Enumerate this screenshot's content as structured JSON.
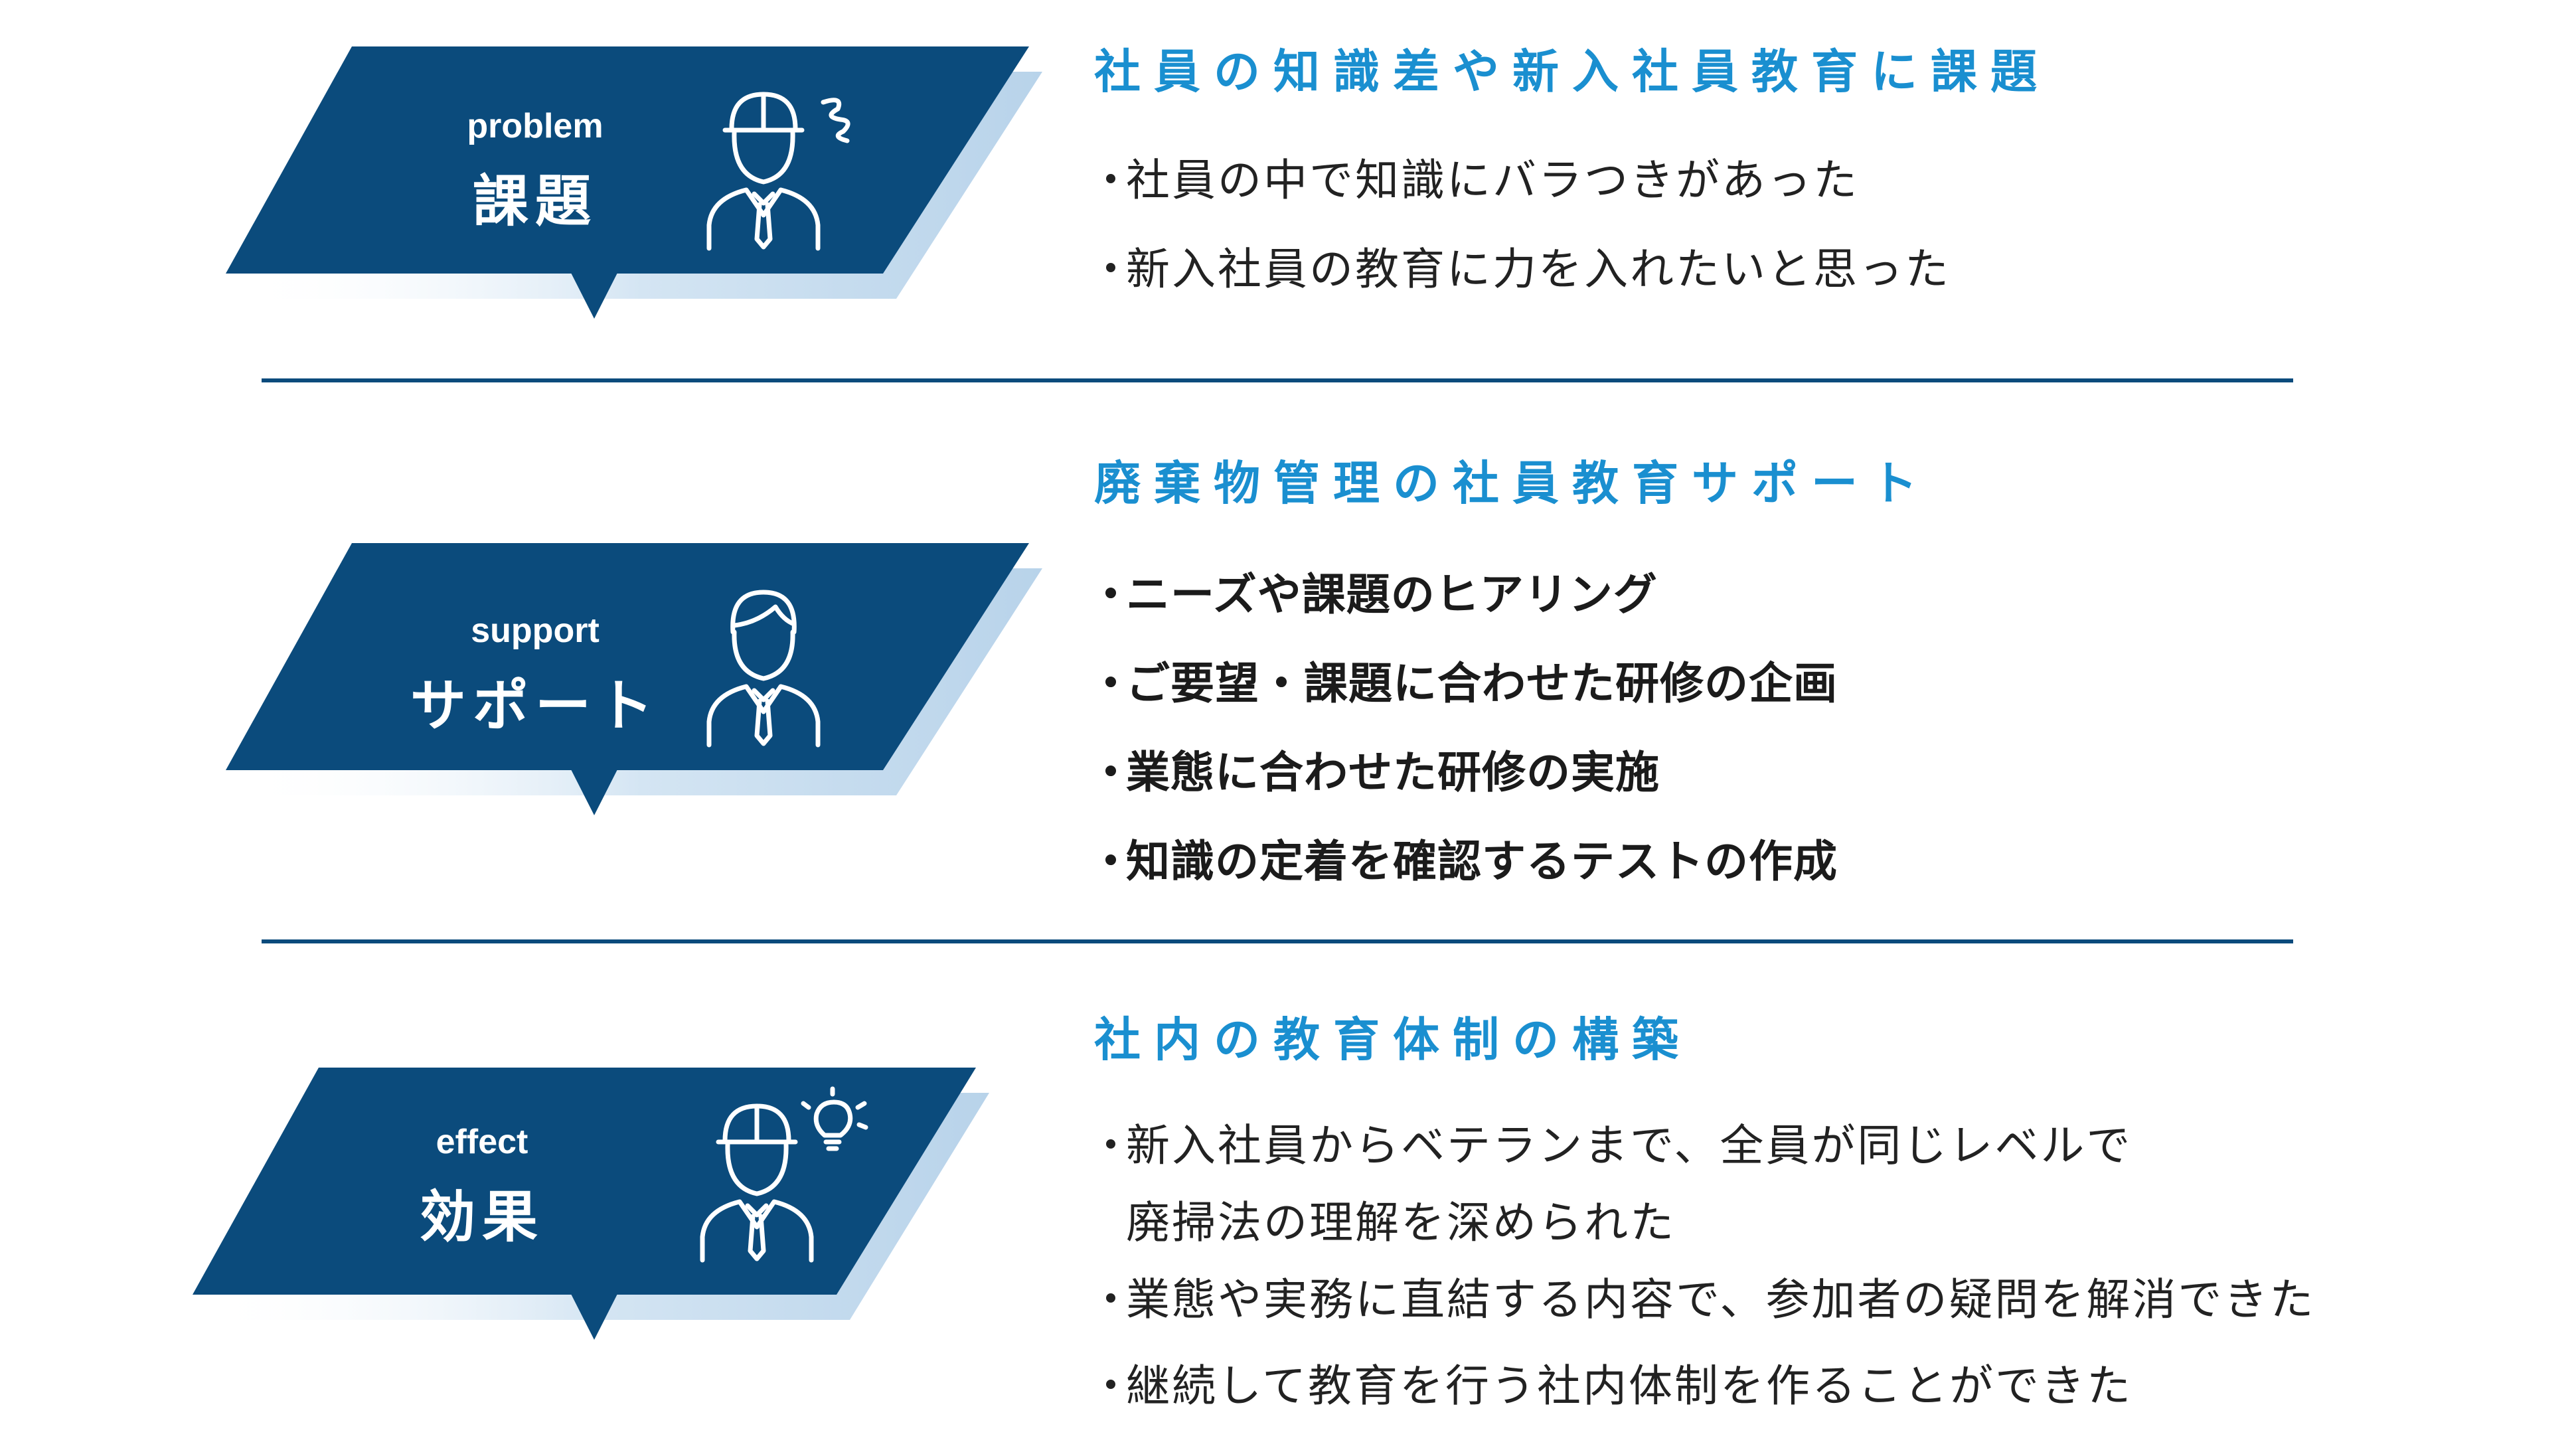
{
  "sections": [
    {
      "badge_en": "problem",
      "badge_ja": "課題",
      "heading": "社員の知識差や新入社員教育に課題",
      "bullets": [
        "社員の中で知識にバラつきがあった",
        "新入社員の教育に力を入れたいと思った"
      ],
      "person_icon": "worker-helmet-worried-icon"
    },
    {
      "badge_en": "support",
      "badge_ja": "サポート",
      "heading": "廃棄物管理の社員教育サポート",
      "bullets": [
        "ニーズや課題のヒアリング",
        "ご要望・課題に合わせた研修の企画",
        "業態に合わせた研修の実施",
        "知識の定着を確認するテストの作成"
      ],
      "person_icon": "consultant-person-icon"
    },
    {
      "badge_en": "effect",
      "badge_ja": "効果",
      "heading": "社内の教育体制の構築",
      "bullets": [
        "新入社員からベテランまで、全員が同じレベルで",
        "業態や実務に直結する内容で、参加者の疑問を解消できた",
        "継続して教育を行う社内体制を作ることができた"
      ],
      "bullet_continuation": "廃掃法の理解を深められた",
      "person_icon": "worker-helmet-idea-icon"
    }
  ],
  "colors": {
    "badge": "#0b4b7c",
    "badge_shadow": "#c9def0",
    "heading": "#1a8fd0",
    "divider": "#0b4b7c"
  }
}
